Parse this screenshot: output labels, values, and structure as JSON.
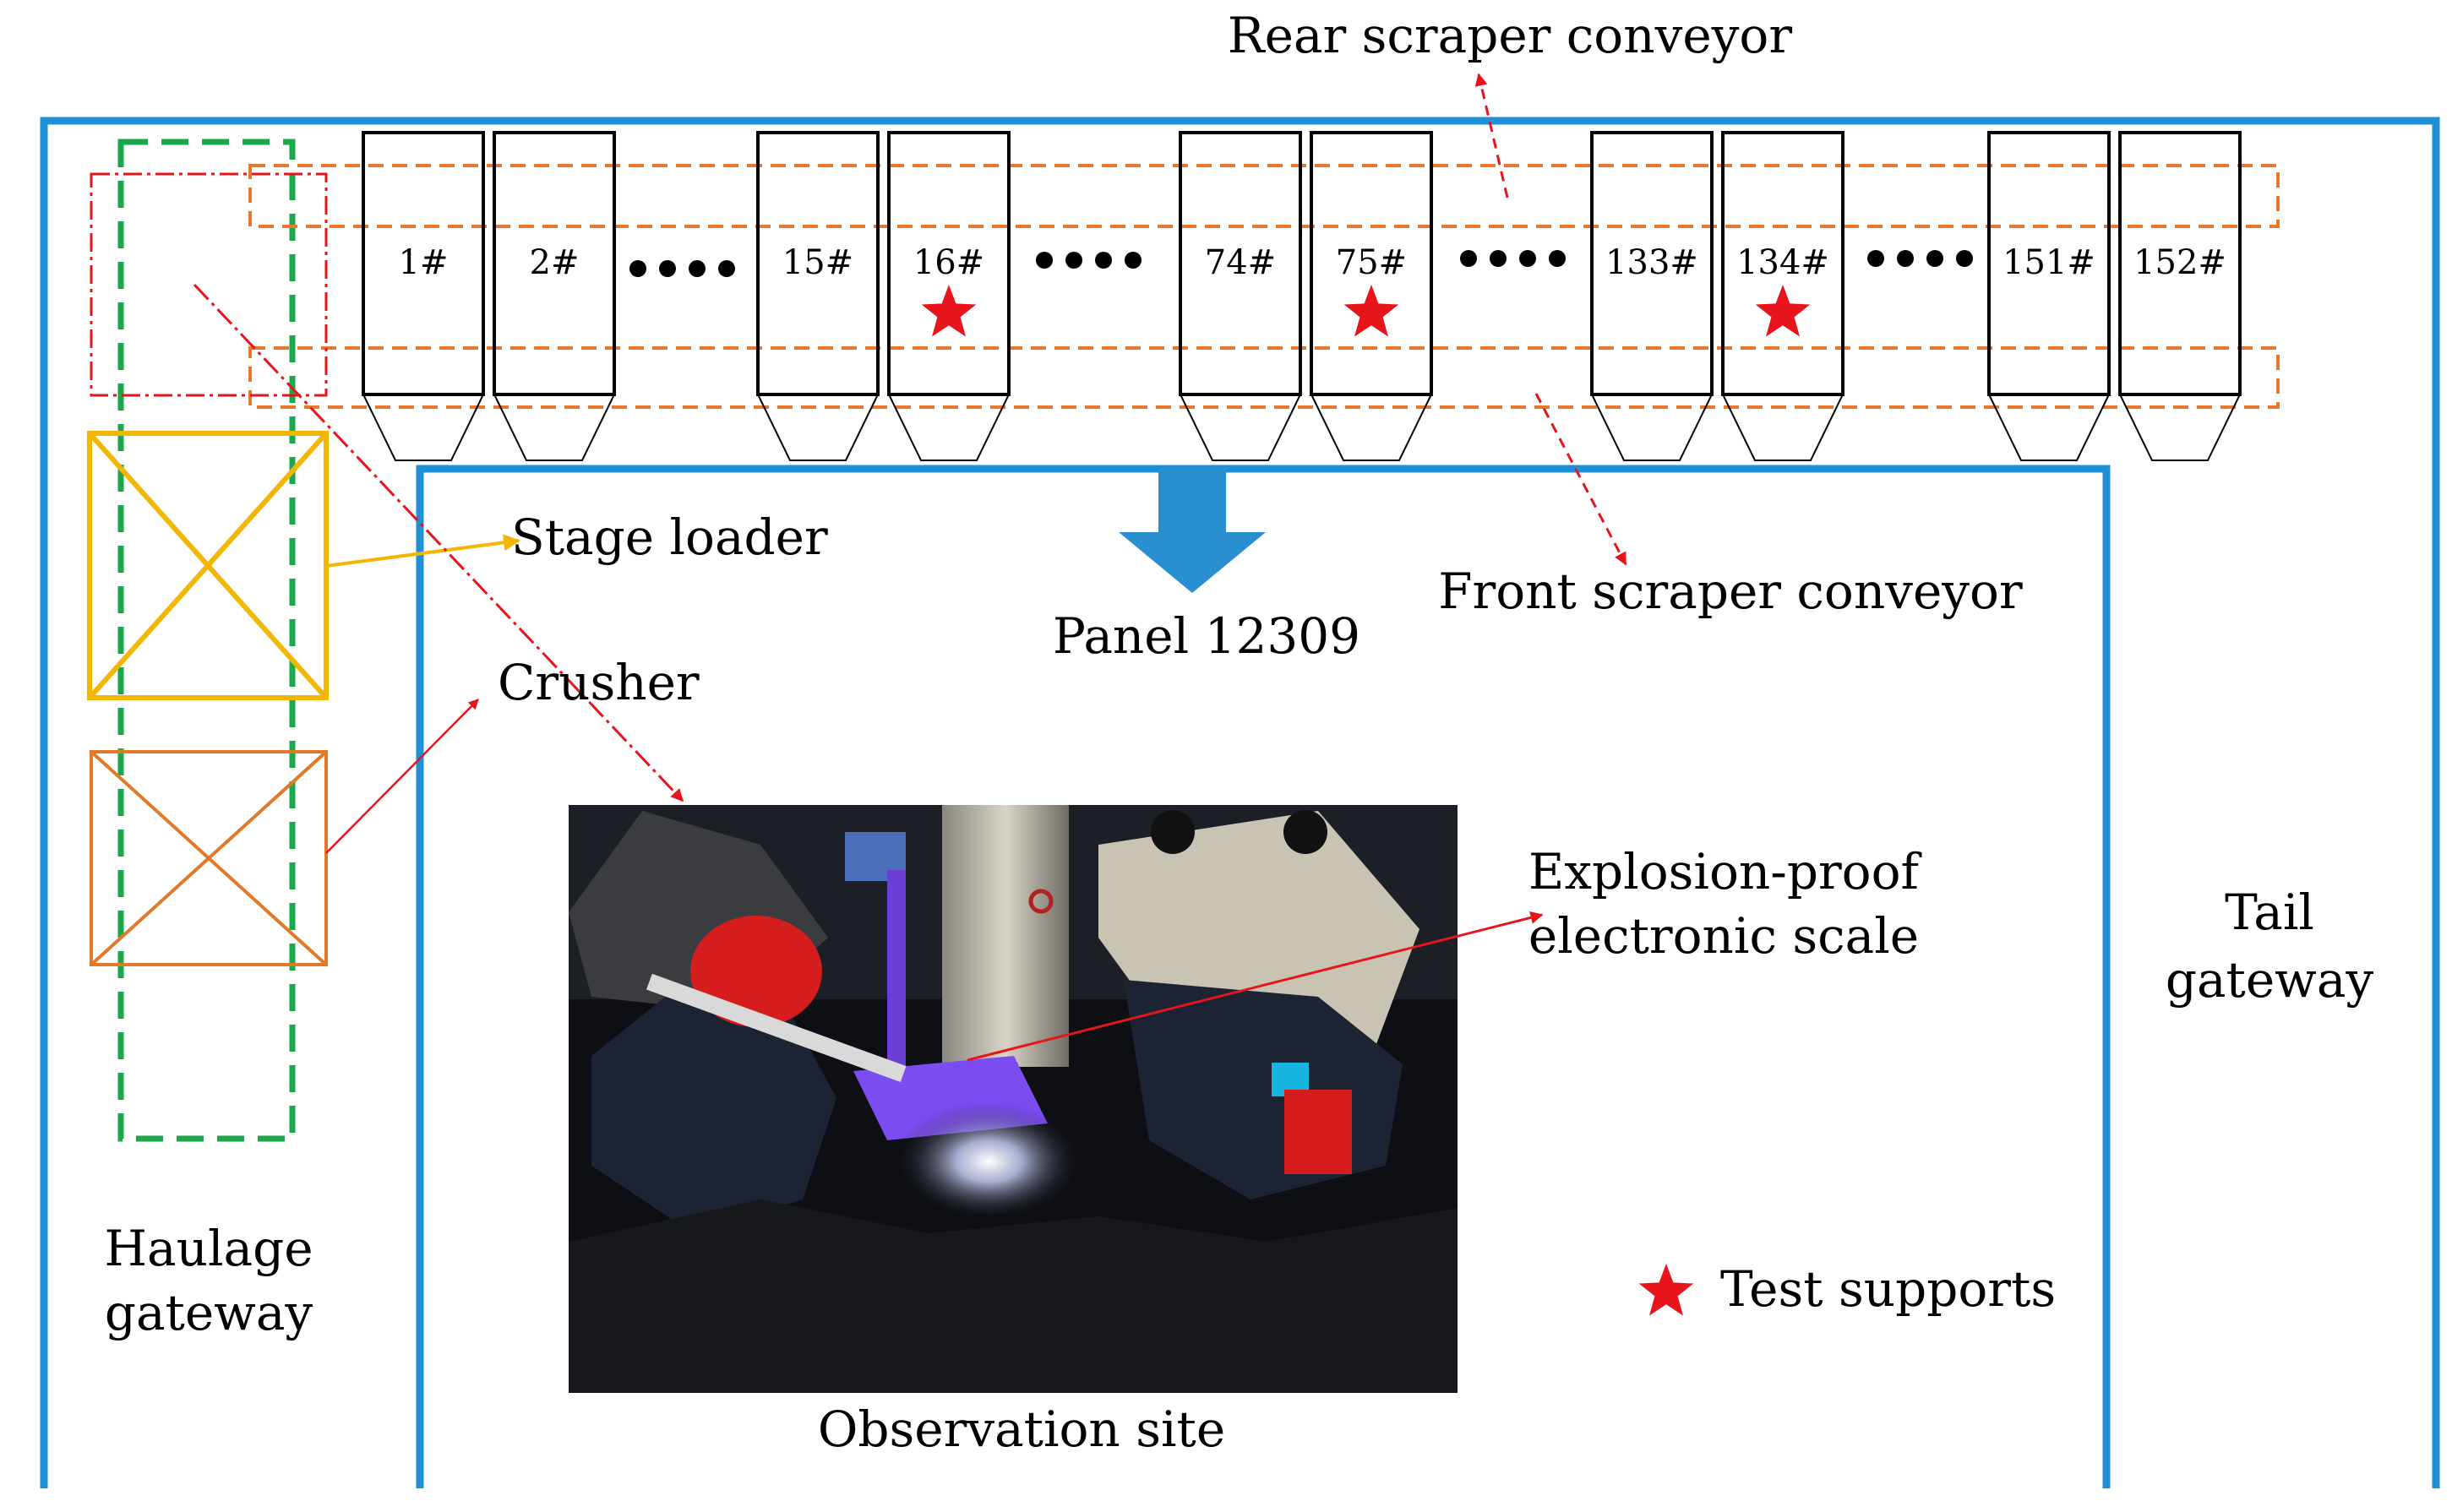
{
  "labels": {
    "rear_conveyor": "Rear scraper conveyor",
    "front_conveyor": "Front scraper conveyor",
    "stage_loader": "Stage loader",
    "crusher": "Crusher",
    "panel": "Panel 12309",
    "scale_line1": "Explosion-proof",
    "scale_line2": "electronic scale",
    "tail_line1": "Tail",
    "tail_line2": "gateway",
    "haulage_line1": "Haulage",
    "haulage_line2": "gateway",
    "observation_site": "Observation site",
    "legend_test_supports": "Test supports"
  },
  "supports": [
    "1#",
    "2#",
    "15#",
    "16#",
    "74#",
    "75#",
    "133#",
    "134#",
    "151#",
    "152#"
  ],
  "test_supports": [
    "16#",
    "75#",
    "134#"
  ],
  "colors": {
    "roadway": "#1f8fd6",
    "arrow": "#2a8fd0",
    "star": "#e8141c",
    "stage_loader": "#f2b705",
    "crusher": "#e07a2a",
    "conveyor_dash": "#e8782e",
    "green_dash": "#19a84c",
    "red_dash": "#e8141c",
    "photo_bg": "#0d0f14"
  }
}
